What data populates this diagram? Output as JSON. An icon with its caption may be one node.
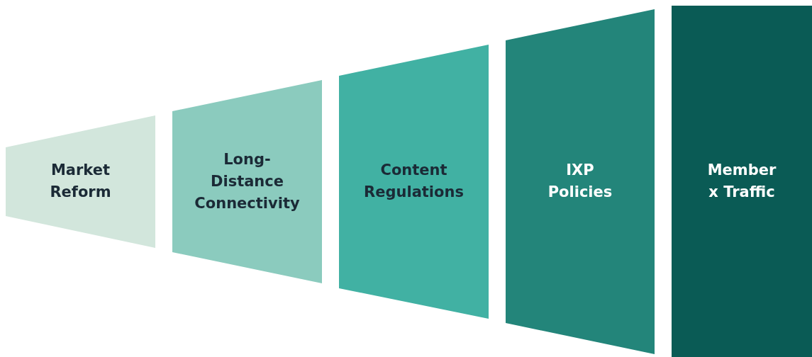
{
  "diagram": {
    "nodes": [
      {
        "text": [
          "Market Reform"
        ]
      },
      {
        "text": [
          "Long-Distance Connectivity"
        ]
      },
      {
        "text": [
          "Content Regulations"
        ]
      },
      {
        "text": [
          "IXP Policies"
        ]
      },
      {
        "text": [
          "Member x Traffic"
        ]
      }
    ]
  }
}
